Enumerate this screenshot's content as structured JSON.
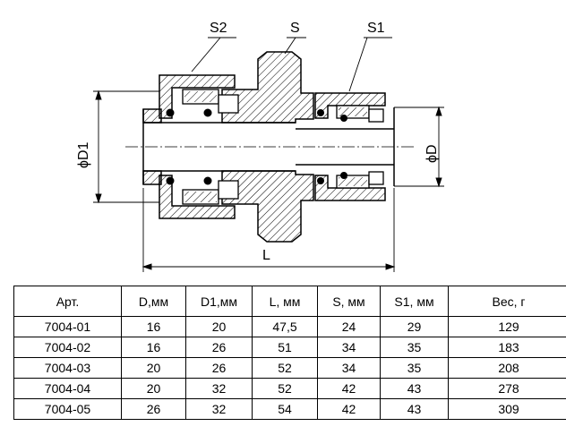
{
  "drawing": {
    "labels": {
      "s2": "S2",
      "s": "S",
      "s1": "S1",
      "d1": "ϕD1",
      "d": "ϕD",
      "l": "L"
    }
  },
  "table": {
    "headers": [
      "Арт.",
      "D,мм",
      "D1,мм",
      "L, мм",
      "S, мм",
      "S1, мм",
      "Вес, г"
    ],
    "rows": [
      [
        "7004-01",
        "16",
        "20",
        "47,5",
        "24",
        "29",
        "129"
      ],
      [
        "7004-02",
        "16",
        "26",
        "51",
        "34",
        "35",
        "183"
      ],
      [
        "7004-03",
        "20",
        "26",
        "52",
        "34",
        "35",
        "208"
      ],
      [
        "7004-04",
        "20",
        "32",
        "52",
        "42",
        "43",
        "278"
      ],
      [
        "7004-05",
        "26",
        "32",
        "54",
        "42",
        "43",
        "309"
      ]
    ]
  }
}
